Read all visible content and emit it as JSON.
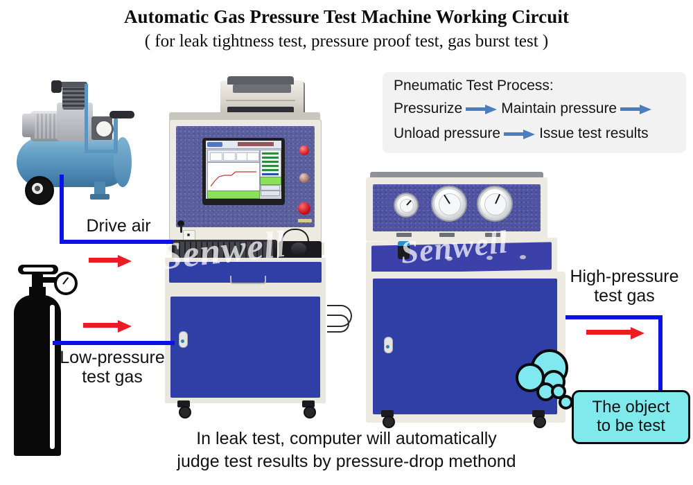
{
  "title": {
    "line1": "Automatic Gas Pressure Test Machine Working Circuit",
    "line2": "( for leak tightness test, pressure proof test, gas burst test )"
  },
  "process_box": {
    "heading": "Pneumatic Test Process:",
    "steps": [
      "Pressurize",
      "Maintain pressure",
      "Unload pressure",
      "Issue test results"
    ],
    "arrow_color": "#4a7ebc",
    "background": "#f2f2f2"
  },
  "flows": [
    {
      "label_line1": "Drive air",
      "label_line2": "",
      "line_color": "#0a12e8",
      "arrow_color": "#ec1b24"
    },
    {
      "label_line1": "Low-pressure",
      "label_line2": "test gas",
      "line_color": "#0a12e8",
      "arrow_color": "#ec1b24"
    },
    {
      "label_line1": "High-pressure",
      "label_line2": "test gas",
      "line_color": "#0a12e8",
      "arrow_color": "#ec1b24"
    }
  ],
  "object_box": {
    "line1": "The object",
    "line2": "to be test",
    "fill": "#7fe9ec",
    "border": "#0b0b0b"
  },
  "caption": {
    "line1": "In leak test, computer will automatically",
    "line2": "judge test results by pressure-drop methond"
  },
  "watermark": {
    "text": "Senwell"
  },
  "equipment": {
    "compressor": {
      "name": "air-compressor",
      "tank_color": "#4b87b2"
    },
    "gas_cylinder": {
      "name": "gas-cylinder",
      "body_color": "#0a0a0a"
    },
    "test_bench": {
      "name": "test-bench",
      "frame_color": "#eceae1",
      "panel_color": "#5c5f9e",
      "door_color": "#2f3fa5",
      "controls": [
        "indicator-lamp",
        "key-switch",
        "emergency-stop"
      ]
    },
    "gauge_cabinet": {
      "name": "gauge-cabinet",
      "frame_color": "#eceae1",
      "panel_color": "#4f53a2",
      "door_color": "#2f3fa5",
      "gauges": 3
    },
    "printer": {
      "name": "printer"
    },
    "bubbles": {
      "count": 6
    }
  }
}
